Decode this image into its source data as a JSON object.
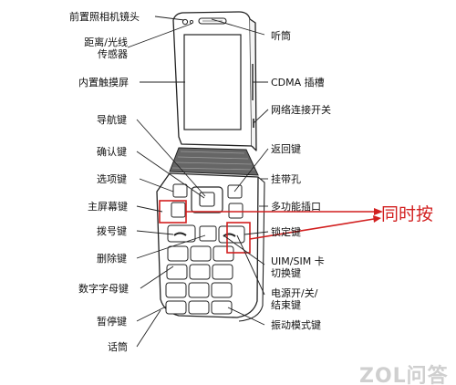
{
  "labels_left": [
    {
      "id": "front-camera",
      "text": "前置照相机镜头"
    },
    {
      "id": "proximity-sensor",
      "text": "距离/光线\n传感器"
    },
    {
      "id": "inner-touchscreen",
      "text": "内置触摸屏"
    },
    {
      "id": "nav-key",
      "text": "导航键"
    },
    {
      "id": "confirm-key",
      "text": "确认键"
    },
    {
      "id": "options-key",
      "text": "选项键"
    },
    {
      "id": "home-key",
      "text": "主屏幕键"
    },
    {
      "id": "dial-key",
      "text": "拨号键"
    },
    {
      "id": "delete-key",
      "text": "删除键"
    },
    {
      "id": "alnum-keys",
      "text": "数字字母键"
    },
    {
      "id": "pause-key",
      "text": "暂停键"
    },
    {
      "id": "microphone",
      "text": "话筒"
    }
  ],
  "labels_right": [
    {
      "id": "earpiece",
      "text": "听筒"
    },
    {
      "id": "cdma-slot",
      "text": "CDMA 插槽"
    },
    {
      "id": "network-switch",
      "text": "网络连接开关"
    },
    {
      "id": "back-key",
      "text": "返回键"
    },
    {
      "id": "strap-hole",
      "text": "挂带孔"
    },
    {
      "id": "multi-port",
      "text": "多功能插口"
    },
    {
      "id": "lock-key",
      "text": "锁定键"
    },
    {
      "id": "uim-sim-switch",
      "text": "UIM/SIM 卡\n切换键"
    },
    {
      "id": "power-end-key",
      "text": "电源开/关/\n结束键"
    },
    {
      "id": "vibrate-key",
      "text": "振动模式键"
    }
  ],
  "annotation": {
    "text": "同时按",
    "color": "#d21f1f"
  },
  "watermark": {
    "text": "ZOL问答"
  }
}
